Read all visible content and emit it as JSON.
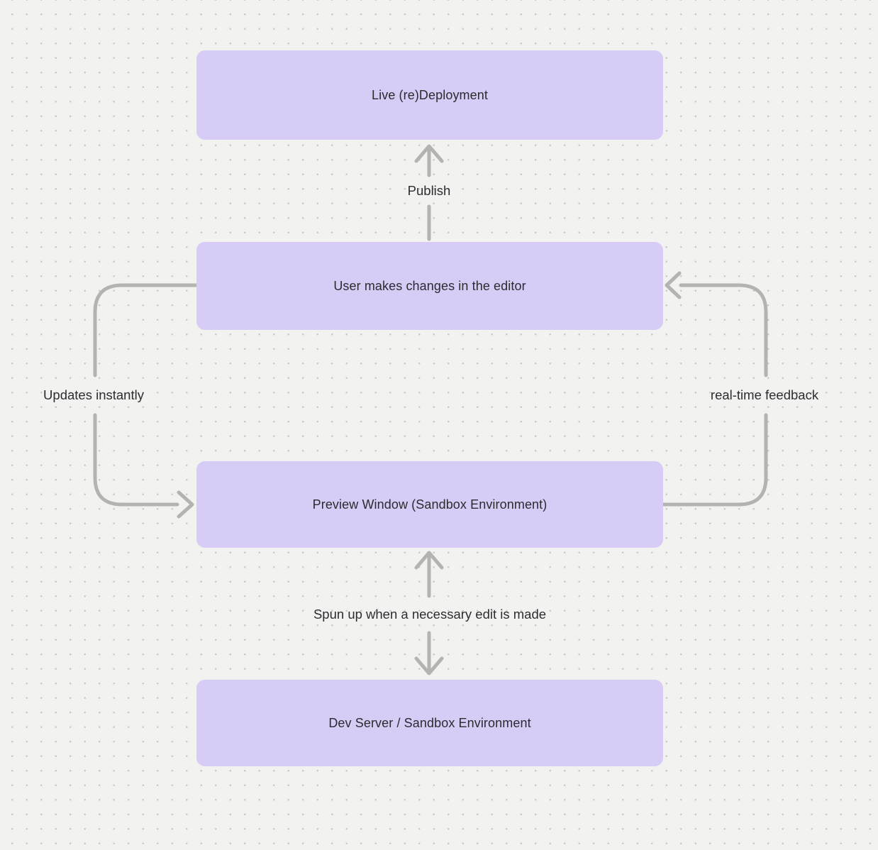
{
  "colors": {
    "canvas-bg": "#f2f2f1",
    "dot": "#c9c9c8",
    "node-fill": "#d7ccf5",
    "node-text": "#2b2b30",
    "arrow": "#b3b3b1",
    "label-text": "#2d2d30"
  },
  "nodes": [
    {
      "id": "live-redeployment",
      "label": "Live (re)Deployment"
    },
    {
      "id": "user-editor",
      "label": "User makes changes in the editor"
    },
    {
      "id": "preview-window",
      "label": "Preview Window (Sandbox Environment)"
    },
    {
      "id": "dev-server",
      "label": "Dev Server / Sandbox Environment"
    }
  ],
  "edges": [
    {
      "id": "publish",
      "label": "Publish",
      "from": "User makes changes in the editor",
      "to": "Live (re)Deployment",
      "direction": "up"
    },
    {
      "id": "updates-instantly",
      "label": "Updates instantly",
      "from": "User makes changes in the editor",
      "to": "Preview Window (Sandbox Environment)",
      "direction": "down-left-side"
    },
    {
      "id": "real-time-feedback",
      "label": "real-time feedback",
      "from": "Preview Window (Sandbox Environment)",
      "to": "User makes changes in the editor",
      "direction": "up-right-side"
    },
    {
      "id": "spun-up",
      "label": "Spun up when a necessary edit is made",
      "from": "Preview Window (Sandbox Environment)",
      "to": "Dev Server / Sandbox Environment",
      "direction": "both-vertical"
    }
  ]
}
